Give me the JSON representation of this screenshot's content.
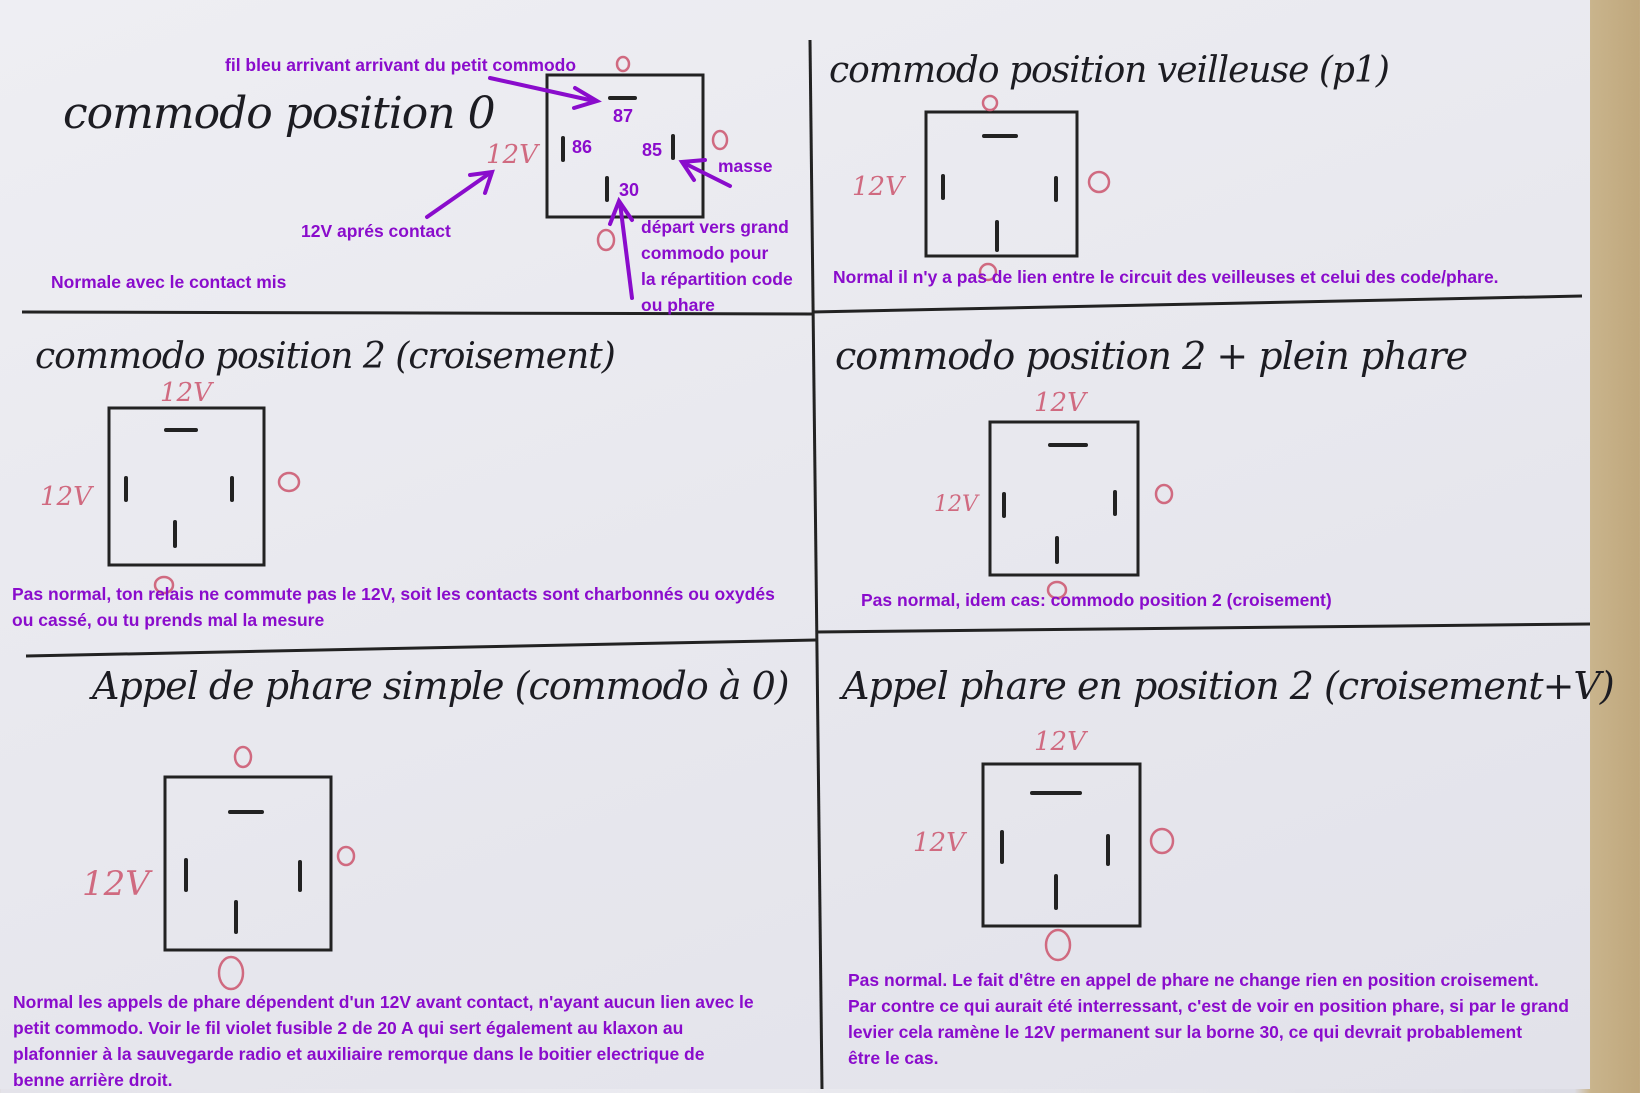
{
  "quadrants": [
    {
      "title": "commodo position 0",
      "marks": {
        "left": "12V"
      },
      "pins": {
        "p87": "87",
        "p86": "86",
        "p85": "85",
        "p30": "30"
      },
      "annotations": {
        "blue_wire": "fil bleu arrivant arrivant du petit commodo",
        "ground": "masse",
        "after_contact": "12V aprés contact",
        "departure": [
          "départ vers grand",
          "commodo pour",
          "la répartition code",
          "ou phare"
        ]
      },
      "comment": "Normale avec le contact mis"
    },
    {
      "title": "commodo position veilleuse (p1)",
      "marks": {
        "left": "12V"
      },
      "comment": "Normal il n'y a pas de lien entre le circuit des veilleuses et celui des code/phare."
    },
    {
      "title": "commodo position 2 (croisement)",
      "marks": {
        "top": "12V",
        "left": "12V"
      },
      "comment": [
        "Pas normal, ton relais ne commute pas le 12V, soit les contacts sont charbonnés ou oxydés",
        "ou cassé, ou tu prends mal la mesure"
      ]
    },
    {
      "title": "commodo position 2 + plein phare",
      "marks": {
        "top": "12V",
        "left": "12V"
      },
      "comment": "Pas normal, idem cas: commodo position 2 (croisement)"
    },
    {
      "title": "Appel de phare simple (commodo à 0)",
      "marks": {
        "left": "12V"
      },
      "comment": [
        "Normal les appels de phare dépendent d'un 12V avant contact, n'ayant aucun lien avec le",
        "petit commodo. Voir le fil violet fusible 2 de 20 A qui sert également au klaxon au",
        "plafonnier à la sauvegarde radio et auxiliaire remorque dans le boitier electrique de",
        "benne arrière droit."
      ]
    },
    {
      "title": "Appel phare en position 2 (croisement+V)",
      "marks": {
        "top": "12V",
        "left": "12V"
      },
      "comment": [
        "Pas normal. Le fait d'être en appel de phare ne change rien en position croisement.",
        "Par contre ce qui aurait été interressant, c'est de voir en position phare, si par le grand",
        "levier cela ramène le 12V permanent sur la borne 30, ce qui devrait probablement",
        "être le cas."
      ]
    }
  ],
  "colors": {
    "annotation": "#8a0ccc",
    "handwriting_red": "#d06a80",
    "ink": "#1c1c22"
  }
}
